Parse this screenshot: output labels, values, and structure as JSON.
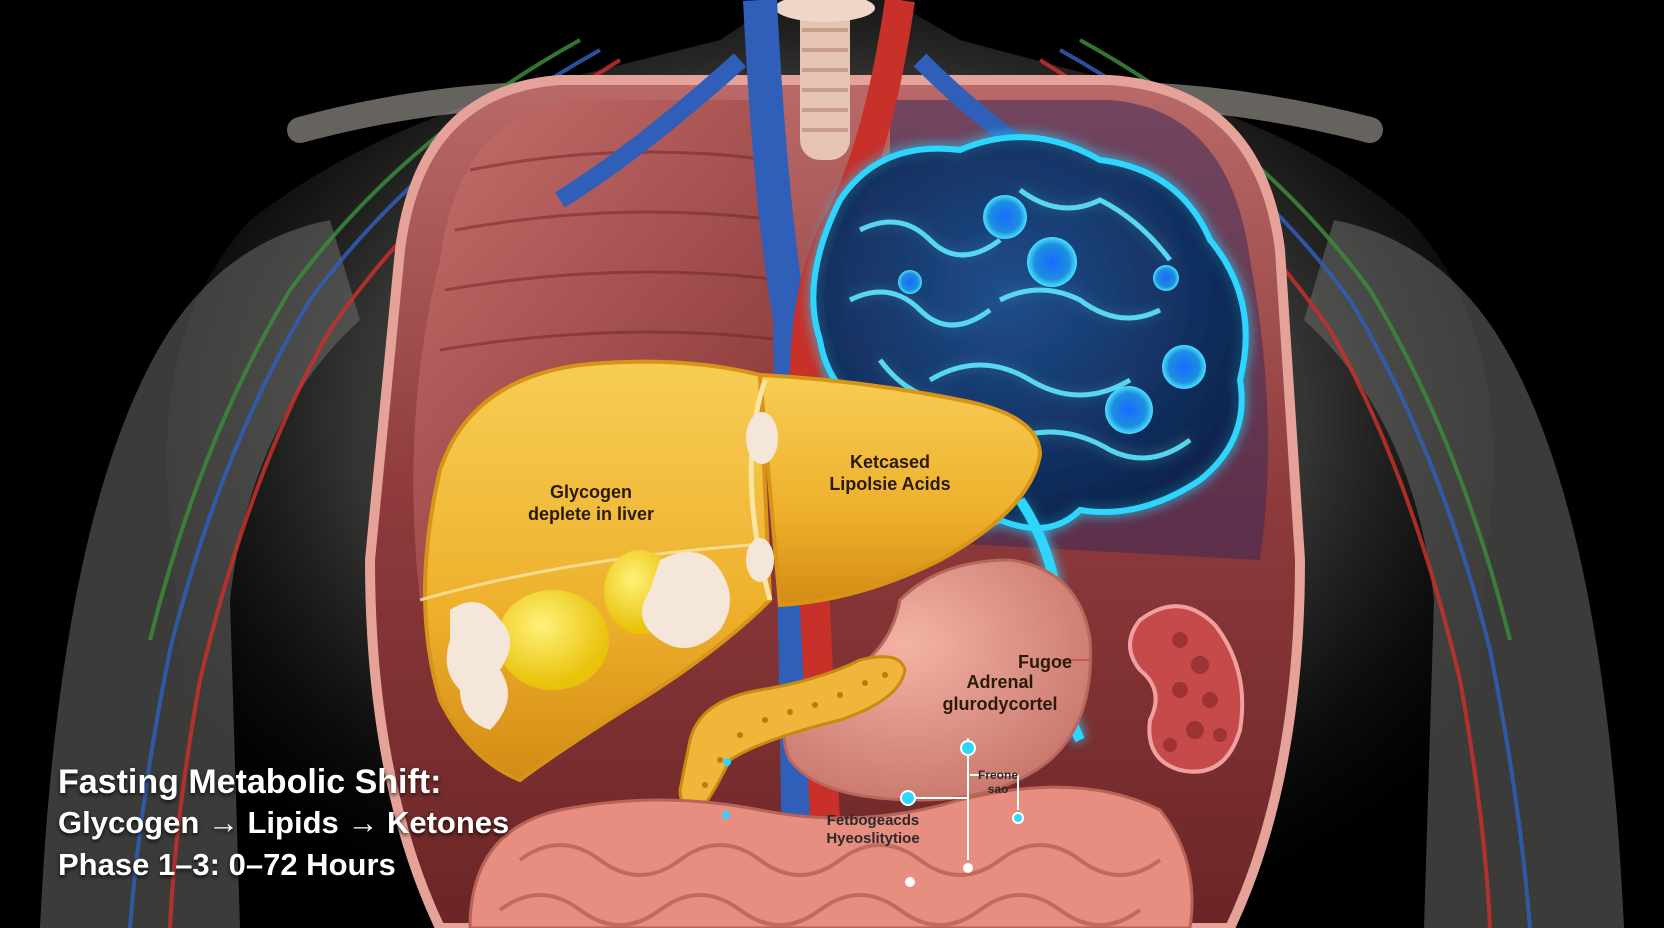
{
  "labels": {
    "liver_left": [
      "Glycogen",
      "deplete in liver"
    ],
    "liver_right": [
      "Ketcased",
      "Lipolsie Acids"
    ],
    "stomach": [
      "Adrenal",
      "glurodycortel"
    ],
    "kidney_pointer": "Fugoe",
    "lower_left": [
      "Fetbogeacds",
      "Hyeoslitytioe"
    ],
    "lower_right": [
      "Freone",
      "sao"
    ]
  },
  "caption": {
    "title": "Fasting Metabolic Shift:",
    "line1": "Glycogen → Lipids → Ketones",
    "line2": "Phase 1–3: 0–72 Hours"
  },
  "colors": {
    "background": "#000000",
    "liver": "#f2b533",
    "brain_glow": "#2fd6ff",
    "stomach": "#e89a8e",
    "intestine": "#e88e80",
    "artery": "#c8302a",
    "vein": "#2f5fb8"
  }
}
